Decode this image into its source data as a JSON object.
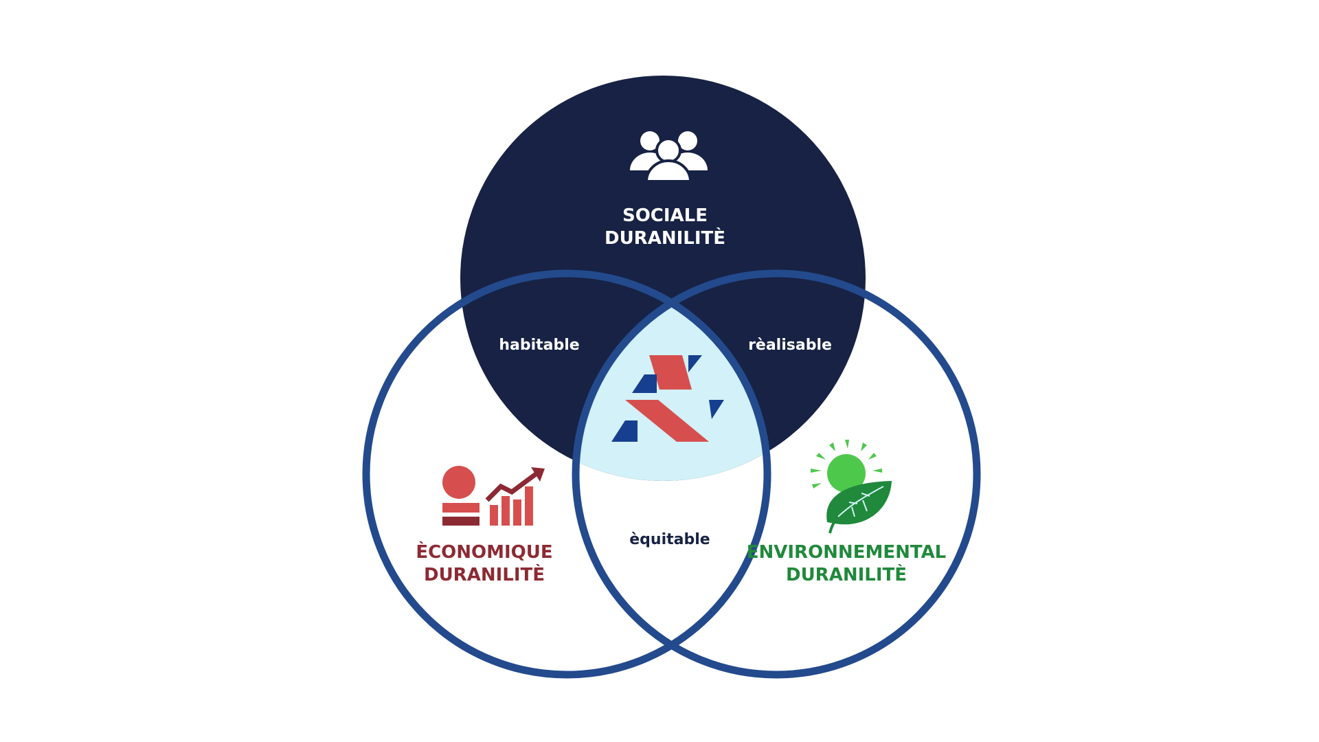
{
  "colors": {
    "navy": "#172244",
    "ring": "#234a8c",
    "center_fill": "#d2f1f8",
    "red": "#d64f4e",
    "dark_red": "#8c2a33",
    "green": "#20893b",
    "light_green": "#4ec84b",
    "white": "#ffffff",
    "logo_blue": "#173f8f"
  },
  "social": {
    "title_line1": "SOCIALE",
    "title_line2": "DURANILITÈ",
    "icon": "people-group-icon"
  },
  "economic": {
    "title_line1": "ÈCONOMIQUE",
    "title_line2": "DURANILITÈ",
    "icon": "economic-growth-icon"
  },
  "environmental": {
    "title_line1": "ENVIRONNEMENTAL",
    "title_line2": "DURANILITÈ",
    "icon": "sun-leaf-icon"
  },
  "overlaps": {
    "social_economic": "habitable",
    "social_environmental": "rèalisable",
    "economic_environmental": "èquitable"
  },
  "center": {
    "icon": "company-logo-icon"
  }
}
